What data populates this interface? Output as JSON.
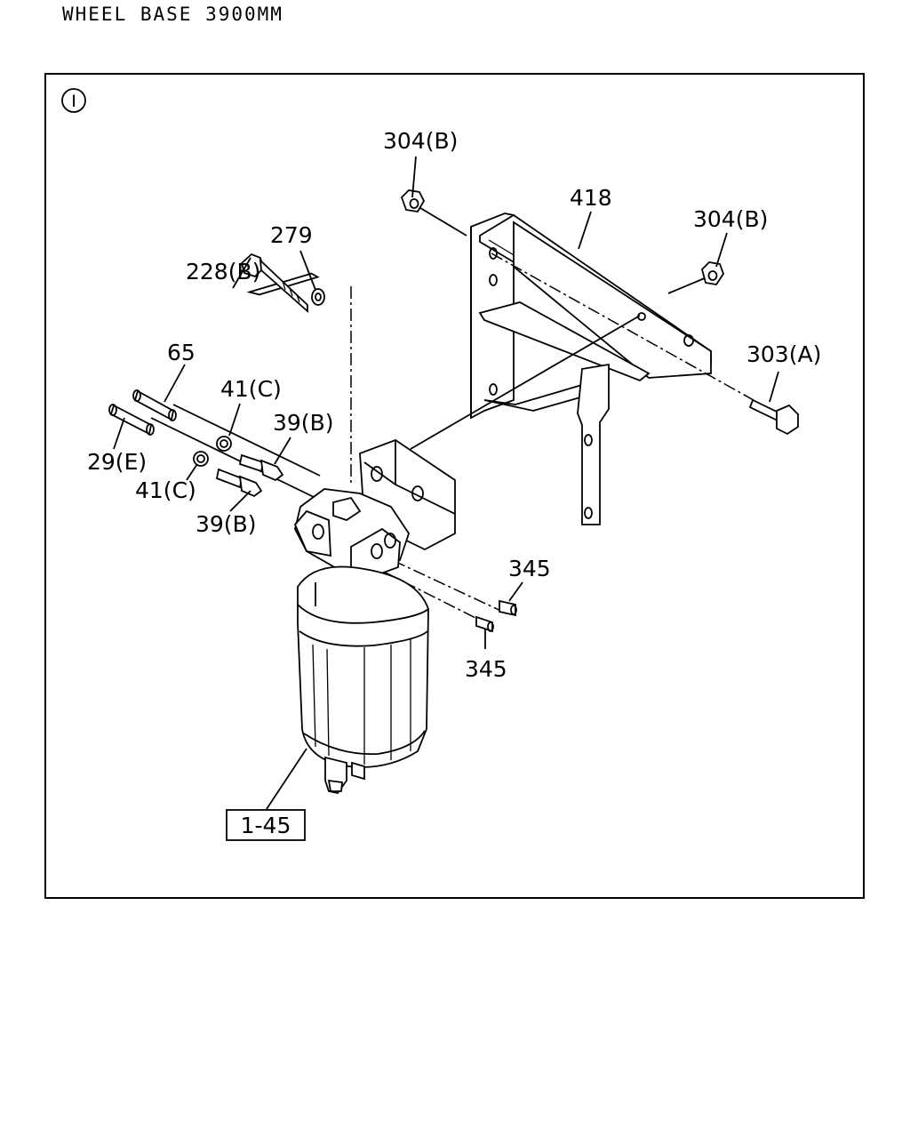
{
  "header": {
    "title": "WHEEL BASE 3900MM"
  },
  "diagram": {
    "view_marker": "I",
    "callouts": [
      {
        "id": "c-304b-top",
        "text": "304(B)"
      },
      {
        "id": "c-418",
        "text": "418"
      },
      {
        "id": "c-304b-right",
        "text": "304(B)"
      },
      {
        "id": "c-279",
        "text": "279"
      },
      {
        "id": "c-228b",
        "text": "228(B)"
      },
      {
        "id": "c-303a",
        "text": "303(A)"
      },
      {
        "id": "c-65",
        "text": "65"
      },
      {
        "id": "c-41c-top",
        "text": "41(C)"
      },
      {
        "id": "c-39b-top",
        "text": "39(B)"
      },
      {
        "id": "c-29e",
        "text": "29(E)"
      },
      {
        "id": "c-41c-bottom",
        "text": "41(C)"
      },
      {
        "id": "c-39b-bottom",
        "text": "39(B)"
      },
      {
        "id": "c-345-top",
        "text": "345"
      },
      {
        "id": "c-345-bottom",
        "text": "345"
      },
      {
        "id": "c-1-45",
        "text": "1-45"
      }
    ]
  }
}
